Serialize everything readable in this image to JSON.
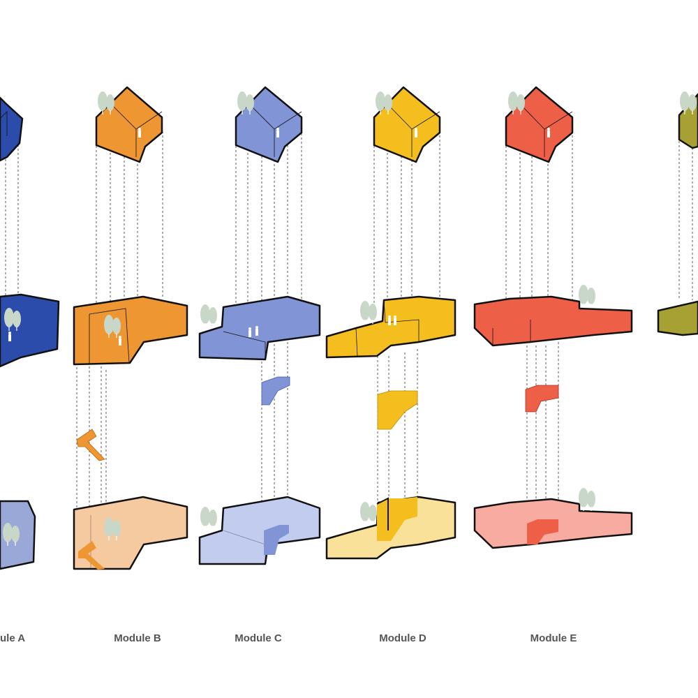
{
  "modules": [
    {
      "id": "a",
      "label": "ule A",
      "colors": {
        "dark": "#2b4cab",
        "light": "#9aa8d8"
      }
    },
    {
      "id": "b",
      "label": "Module B",
      "colors": {
        "dark": "#ee9631",
        "light": "#f6caa0"
      }
    },
    {
      "id": "c",
      "label": "Module C",
      "colors": {
        "dark": "#8194d6",
        "light": "#c2ccee"
      }
    },
    {
      "id": "d",
      "label": "Module D",
      "colors": {
        "dark": "#f4bf1e",
        "light": "#f9e19a"
      }
    },
    {
      "id": "e",
      "label": "Module E",
      "colors": {
        "dark": "#ed5f47",
        "light": "#f8aba0"
      }
    },
    {
      "id": "f",
      "label": "",
      "colors": {
        "dark": "#a7a032",
        "light": "#d8d498"
      }
    }
  ],
  "icons": {
    "tree": "tree-icon",
    "person": "person-icon",
    "stair": "stair-icon"
  },
  "palette": {
    "outline": "#111111",
    "guide": "#333333",
    "tree": "#c9d7c8",
    "label": "#555555"
  }
}
